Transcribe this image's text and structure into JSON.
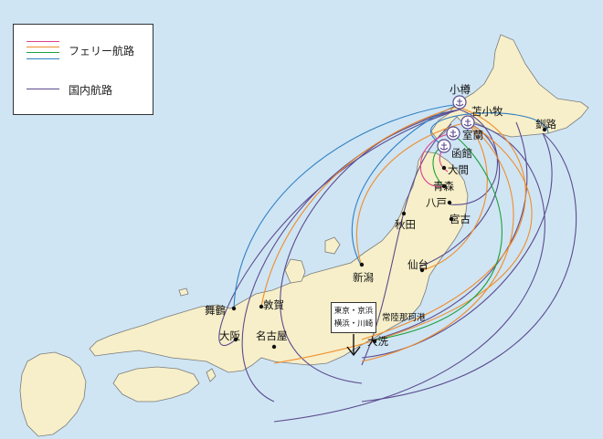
{
  "colors": {
    "sea": "#cfe5f4",
    "land": "#f6efc9",
    "coast": "#7b7b7b",
    "ferry_pink": "#e0418a",
    "ferry_orange": "#f08d2a",
    "ferry_green": "#1ea03c",
    "ferry_blue": "#2e7fc2",
    "domestic": "#5c4b8e"
  },
  "legend": {
    "ferry_label": "フェリー航路",
    "domestic_label": "国内航路"
  },
  "ports": {
    "otaru": "小樽",
    "tomakomai": "苫小牧",
    "kushiro": "釧路",
    "muroran": "室蘭",
    "hakodate": "函館",
    "oma": "大間",
    "aomori": "青森",
    "hachinohe": "八戸",
    "akita": "秋田",
    "miyako": "宮古",
    "niigata": "新潟",
    "sendai": "仙台",
    "hitachinaka": "常陸那珂港",
    "oarai": "大洗",
    "maizuru": "舞鶴",
    "tsuruga": "敦賀",
    "osaka": "大阪",
    "nagoya": "名古屋"
  },
  "tokyo_box": {
    "line1": "東京・京浜",
    "line2": "横浜・川崎"
  },
  "icons": [
    "anchor-icon",
    "port-dot-icon",
    "down-arrow-icon"
  ]
}
